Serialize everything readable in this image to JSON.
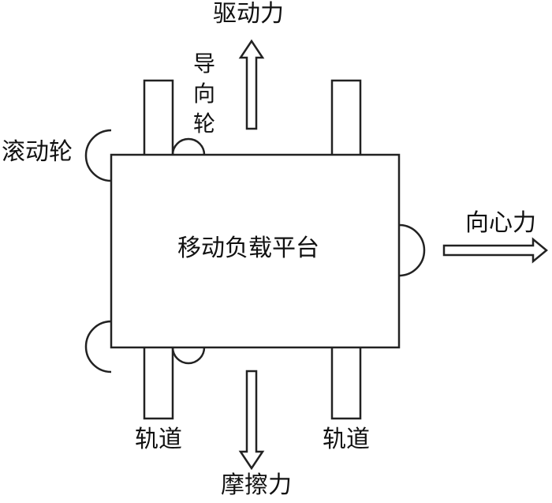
{
  "platform": {
    "label": "移动负载平台"
  },
  "forces": {
    "drive": "驱动力",
    "centripetal": "向心力",
    "friction": "摩擦力"
  },
  "wheels": {
    "rolling": "滚动轮",
    "guide": "导向轮"
  },
  "rails": {
    "left": "轨道",
    "right": "轨道"
  }
}
